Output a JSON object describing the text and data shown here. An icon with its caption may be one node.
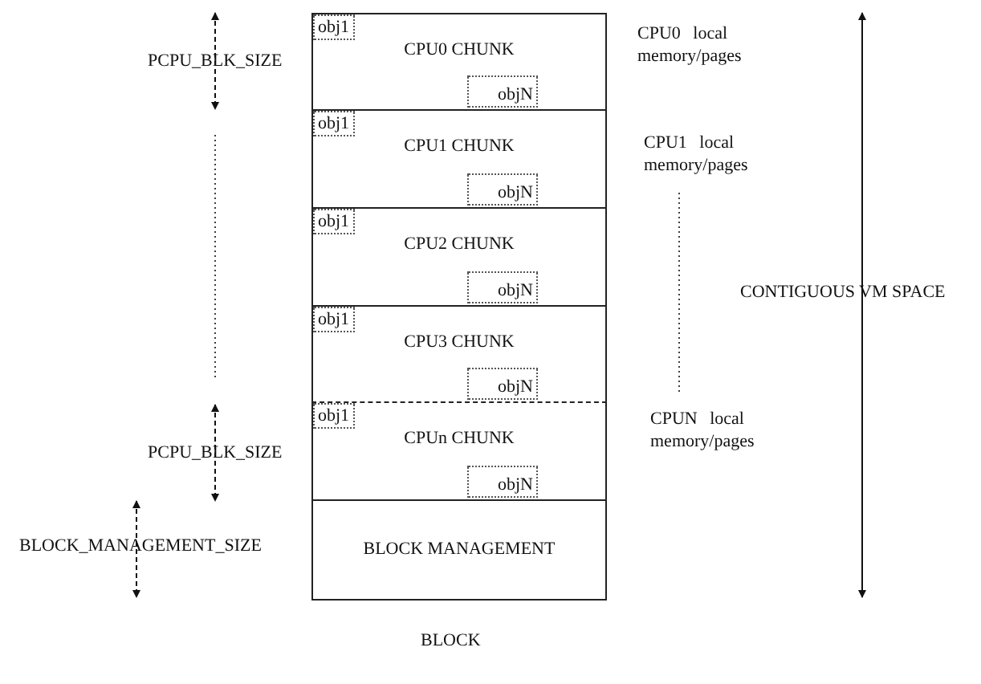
{
  "diagram": {
    "caption": "BLOCK",
    "nodes": [
      {
        "text": [
          "CPU0 CHUNK"
        ]
      },
      {
        "text": [
          "obj1"
        ],
        "in": 0
      },
      {
        "text": [
          "objN"
        ],
        "in": 0
      },
      {
        "text": [
          "CPU1 CHUNK"
        ]
      },
      {
        "text": [
          "obj1"
        ],
        "in": 3
      },
      {
        "text": [
          "objN"
        ],
        "in": 3
      },
      {
        "text": [
          "CPU2 CHUNK"
        ]
      },
      {
        "text": [
          "obj1"
        ],
        "in": 6
      },
      {
        "text": [
          "objN"
        ],
        "in": 6
      },
      {
        "text": [
          "CPU3 CHUNK"
        ]
      },
      {
        "text": [
          "obj1"
        ],
        "in": 9
      },
      {
        "text": [
          "objN"
        ],
        "in": 9
      },
      {
        "text": [
          "CPUn CHUNK"
        ]
      },
      {
        "text": [
          "obj1"
        ],
        "in": 12
      },
      {
        "text": [
          "objN"
        ],
        "in": 12
      },
      {
        "text": [
          "BLOCK MANAGEMENT"
        ]
      }
    ],
    "labels": [
      "PCPU_BLK_SIZE",
      "CPU0 local memory/pages",
      "CPU1 local memory/pages",
      "CONTIGUOUS VM SPACE",
      "CPUN local memory/pages",
      "PCPU_BLK_SIZE",
      "BLOCK_MANAGEMENT_SIZE"
    ]
  }
}
